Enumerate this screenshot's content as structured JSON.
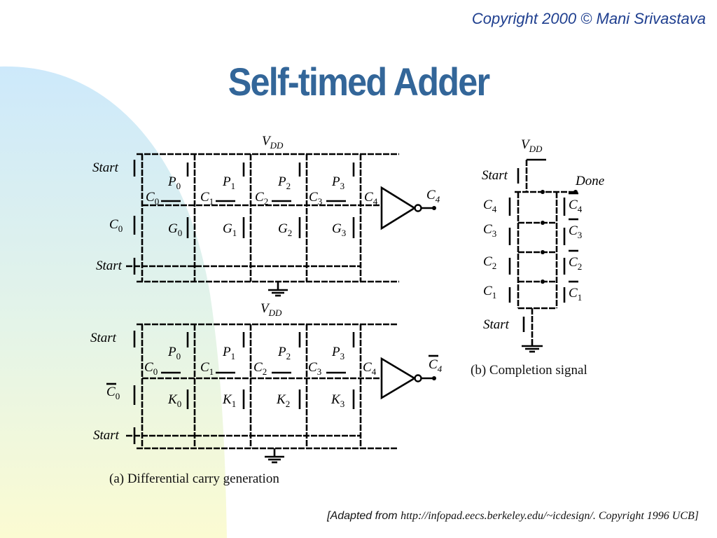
{
  "header": {
    "copyright": "Copyright 2000 © Mani Srivastava"
  },
  "slide": {
    "title": "Self-timed Adder"
  },
  "diagram_a": {
    "caption": "(a) Differential carry generation",
    "labels": {
      "start": "Start",
      "vdd_main": "V",
      "vdd_sub": "DD",
      "output": "C",
      "output_sub": "4"
    }
  },
  "diagram_b": {
    "caption": "(b) Completion signal",
    "labels": {
      "start": "Start",
      "done": "Done",
      "vdd_main": "V",
      "vdd_sub": "DD"
    }
  },
  "footer": {
    "adapted_lead": "[Adapted from ",
    "adapted_rest": "http://infopad.eecs.berkeley.edu/~icdesign/. Copyright 1996 UCB]"
  }
}
